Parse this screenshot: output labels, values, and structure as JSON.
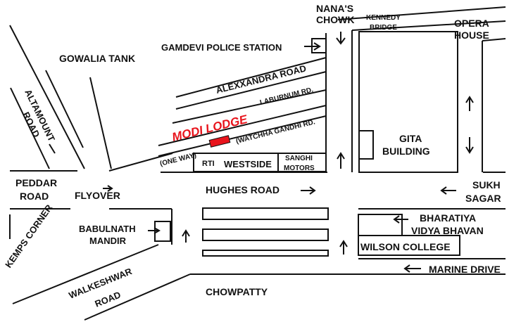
{
  "labels": {
    "nanas_chowk_1": "NANA'S",
    "nanas_chowk_2": "CHOWK",
    "kennedy_bridge_1": "KENNEDY",
    "kennedy_bridge_2": "BRIDGE",
    "opera_house_1": "OPERA",
    "opera_house_2": "HOUSE",
    "gamdevi": "GAMDEVI POLICE STATION",
    "gowalia_tank": "GOWALIA TANK",
    "alexxandra_road": "ALEXXANDRA ROAD",
    "laburnum": "LABURNUM RD.",
    "altamount_1": "ALTAMOUNT",
    "altamount_2": "ROAD",
    "modi_lodge": "MODI LODGE",
    "watchha": "(WATCHHA GANDHI RD.",
    "one_way": "(ONE WAY)",
    "rti": "RTI",
    "westside": "WESTSIDE",
    "sanghi_1": "SANGHI",
    "sanghi_2": "MOTORS",
    "gita_1": "GITA",
    "gita_2": "BUILDING",
    "peddar_1": "PEDDAR",
    "peddar_2": "ROAD",
    "flyover": "FLYOVER",
    "hughes_road": "HUGHES ROAD",
    "sukh_1": "SUKH",
    "sukh_2": "SAGAR",
    "kemps_corner": "KEMPS CORNER",
    "babulnath_1": "BABULNATH",
    "babulnath_2": "MANDIR",
    "bharatiya_1": "BHARATIYA",
    "bharatiya_2": "VIDYA BHAVAN",
    "wilson": "WILSON COLLEGE",
    "marine_drive": "MARINE DRIVE",
    "walkeshwar_1": "WALKESHWAR",
    "walkeshwar_2": "ROAD",
    "chowpatty": "CHOWPATTY"
  },
  "colors": {
    "ink": "#111111",
    "highlight": "#e8141c"
  }
}
